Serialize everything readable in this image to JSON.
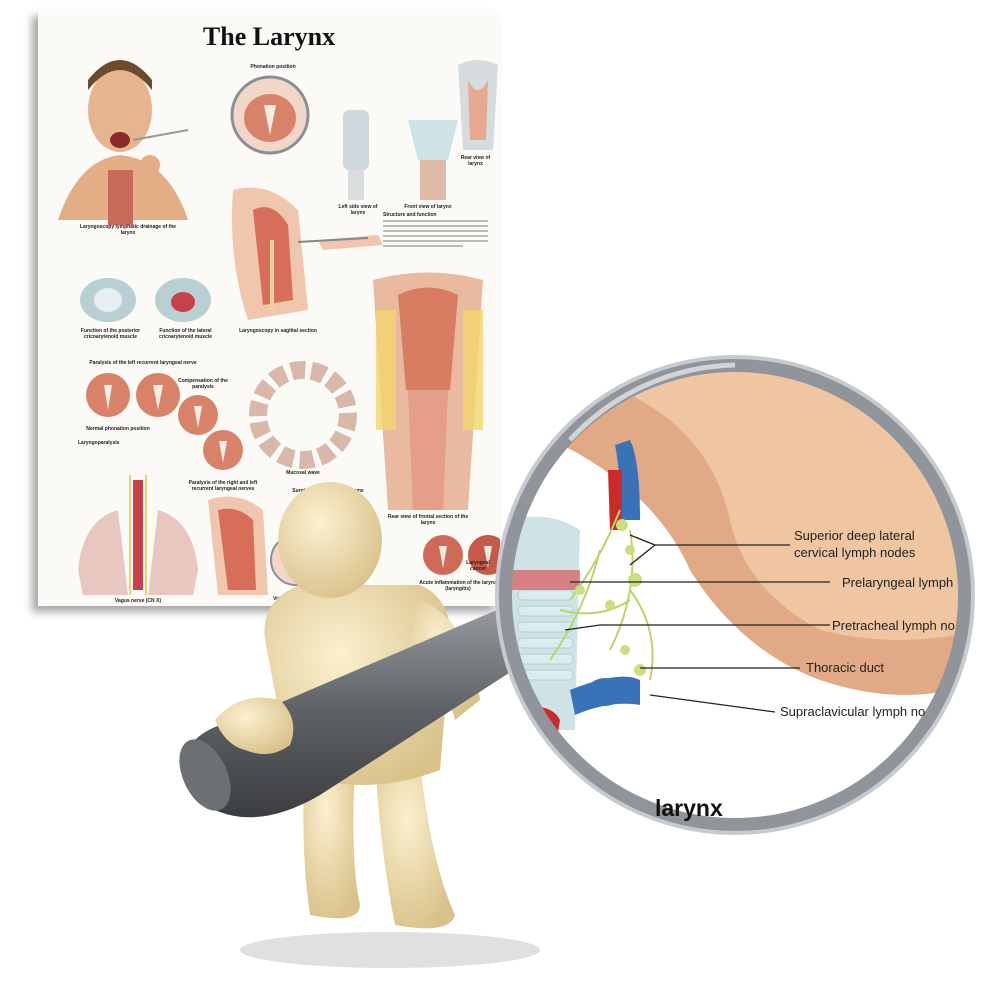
{
  "poster": {
    "title": "The Larynx",
    "captions": {
      "laryngoscopy": "Laryngoscopy lymphatic drainage of the larynx",
      "phonation": "Phonation position",
      "left_side": "Left side view of larynx",
      "front_view": "Front view of larynx",
      "rear_view": "Rear view of larynx",
      "structure": "Structure and function",
      "post_crico": "Function of the posterior cricoarytenoid muscle",
      "lat_crico": "Function of the lateral cricoarytenoid muscle",
      "sagittal": "Laryngoscopy in sagittal section",
      "paralysis_left": "Paralysis of the left recurrent laryngeal nerve",
      "compensation": "Compensation of the paralysis",
      "normal_phonation": "Normal phonation position",
      "mucosal_wave": "Mucosal wave",
      "rear_frontal": "Rear view of frontal section of the larynx",
      "laryngoparalysis": "Laryngoparalysis",
      "vagus": "Vagus nerve (CN X)",
      "paralysis_both": "Paralysis of the right and left recurrent laryngeal nerves",
      "surgical": "Surgical removal of the larynx",
      "voice": "Voice prosthesis",
      "acute": "Acute inflammation of the larynx (laryngitis)",
      "laryngeal_cancer": "Laryngeal cancer"
    }
  },
  "magnifier": {
    "labels": {
      "superior_1": "Superior deep lateral",
      "superior_2": "cervical lymph nodes",
      "prelaryngeal": "Prelaryngeal lymph",
      "pretracheal": "Pretracheal lymph no",
      "thoracic": "Thoracic duct",
      "supraclavicular": "Supraclavicular lymph no"
    },
    "zoomed_title_fragment": "larynx"
  },
  "colors": {
    "skin": "#f0c5a2",
    "tissue_pink": "#e8a08a",
    "cartilage": "#cfe3e6",
    "vein_blue": "#3a72b8",
    "artery_red": "#cc2a2a",
    "lymph_green": "#b9d46a",
    "figure_beige": "#f1dfae",
    "lens_rim": "#9aa0a6",
    "handle": "#5f6266"
  }
}
